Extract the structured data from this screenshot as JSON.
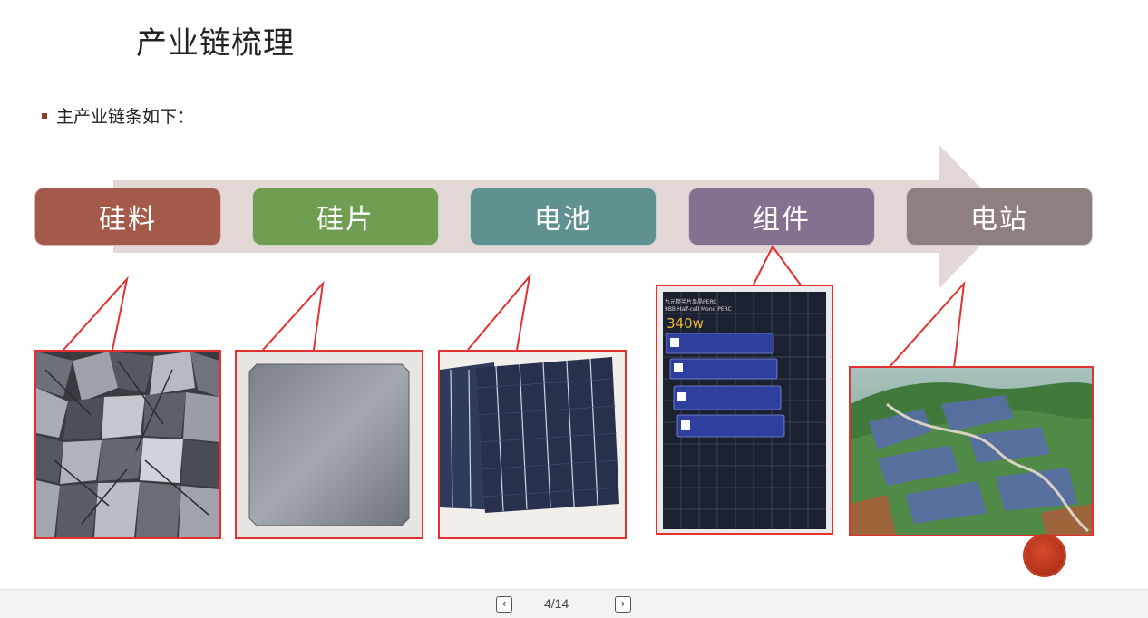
{
  "slide": {
    "title": "产业链梳理",
    "bullet": "主产业链条如下：",
    "stages": [
      {
        "label": "硅料",
        "color": "#a45a4a"
      },
      {
        "label": "硅片",
        "color": "#6f9d52"
      },
      {
        "label": "电池",
        "color": "#5f9191"
      },
      {
        "label": "组件",
        "color": "#86708f"
      },
      {
        "label": "电站",
        "color": "#8f7f7e"
      }
    ],
    "arrow_color": "#e3d8d6",
    "module_photo": {
      "header_line1": "九元整半片单晶PERC",
      "header_line2": "9BB Half-cell Mono PERC",
      "power": "340w"
    }
  },
  "footer": {
    "prev_icon": "chevron-left-icon",
    "next_icon": "chevron-right-icon",
    "prev_label": "‹",
    "next_label": "›",
    "page_indicator": "4/14"
  }
}
